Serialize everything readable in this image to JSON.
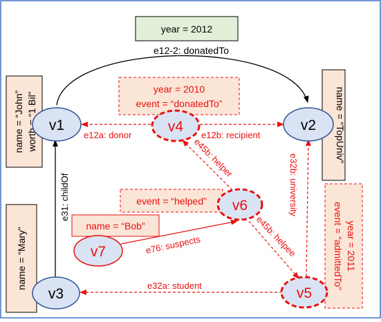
{
  "nodes": {
    "v1": "v1",
    "v2": "v2",
    "v3": "v3",
    "v4": "v4",
    "v5": "v5",
    "v6": "v6",
    "v7": "v7"
  },
  "boxes": {
    "year_2012": "year = 2012",
    "e4_attrs": [
      "year = 2010",
      "event = “donatedTo”"
    ],
    "e6_attrs": "event = “helped”",
    "v7_attrs": "name = “Bob”",
    "v1_attrs": [
      "name = “John”",
      "worth = “1 Bil”"
    ],
    "v2_attrs": "name = “TopUniv”",
    "v3_attrs": "name = “Mary”",
    "e5_attrs": [
      "year = 2011",
      "event = “admittedTo”"
    ]
  },
  "edges": {
    "e12_2": "e12-2: donatedTo",
    "e12a": "e12a: donor",
    "e12b": "e12b: recipient",
    "e45b_helper": "e45b: helper",
    "e45b_helpee": "e45b: helpee",
    "e32b": "e32b: university",
    "e31": "e31: childOf",
    "e76": "e76: suspects",
    "e32a": "e32a: student"
  },
  "colors": {
    "black": "#000000",
    "red": "#e81010",
    "node_fill": "#dae3f3",
    "node_stroke": "#2f5597",
    "box_fill_peach": "#fbe5d6",
    "box_fill_green": "#e2f0d9",
    "frame": "#4472c4"
  }
}
